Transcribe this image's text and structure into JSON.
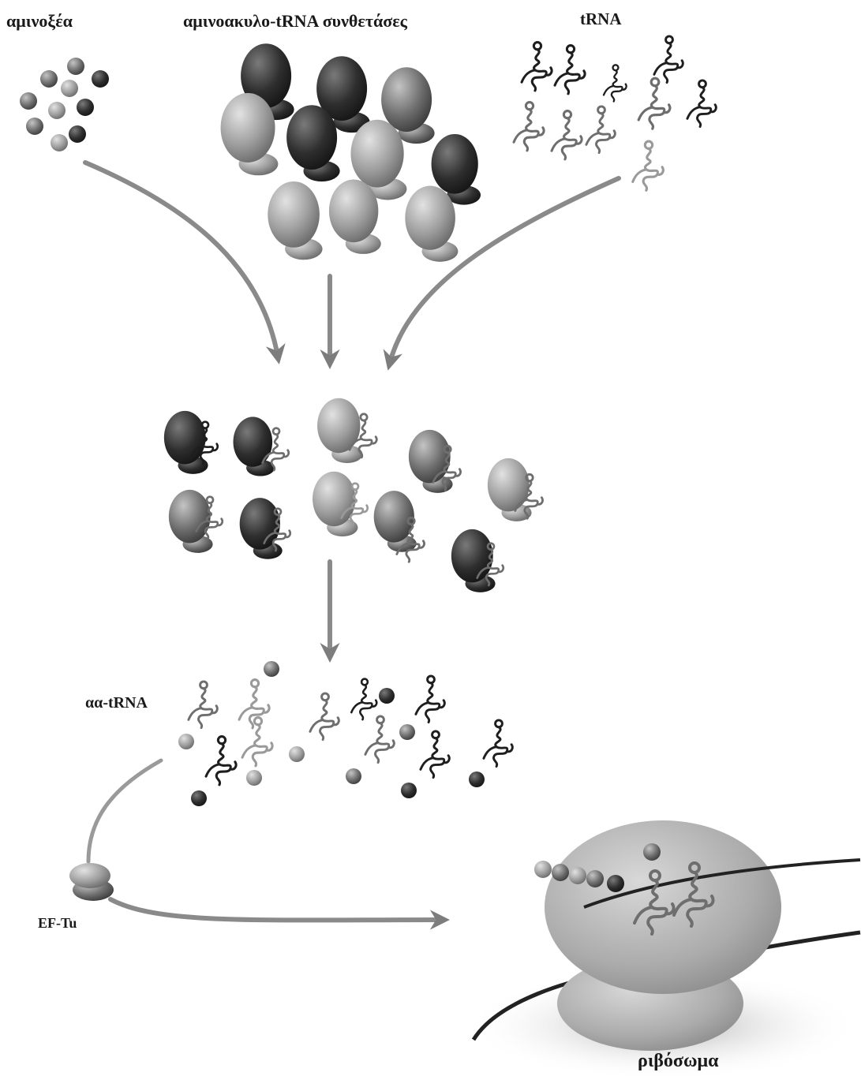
{
  "labels": {
    "amino_acids": "αμινοξέα",
    "synthetases": "αμινοακυλο-tRNA συνθετάσες",
    "trna": "tRNA",
    "aa_trna": "αα-tRNA",
    "ef_tu": "EF-Tu",
    "ribosome": "ριβόσωμα"
  },
  "colors": {
    "arrow": "#8a8a8a",
    "dark": "#2a2a2a",
    "mid": "#6d6d6d",
    "light": "#a4a4a4",
    "ribosome": "#b5b5b5"
  }
}
